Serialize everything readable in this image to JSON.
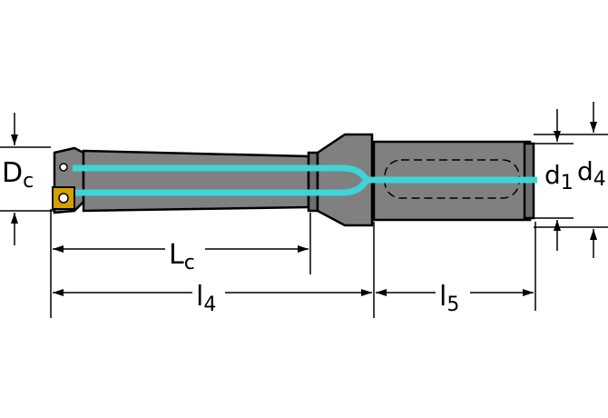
{
  "labels": {
    "dc": {
      "main": "D",
      "sub": "c"
    },
    "lc": {
      "main": "L",
      "sub": "c"
    },
    "l4": {
      "main": "l",
      "sub": "4"
    },
    "l5": {
      "main": "l",
      "sub": "5"
    },
    "d1": {
      "main": "d",
      "sub": "1"
    },
    "d4": {
      "main": "d",
      "sub": "4"
    }
  },
  "colors": {
    "body": "#808080",
    "body_dark": "#5a5a5a",
    "coolant": "#3fd4d9",
    "insert": "#d4a000",
    "line": "#000000"
  }
}
